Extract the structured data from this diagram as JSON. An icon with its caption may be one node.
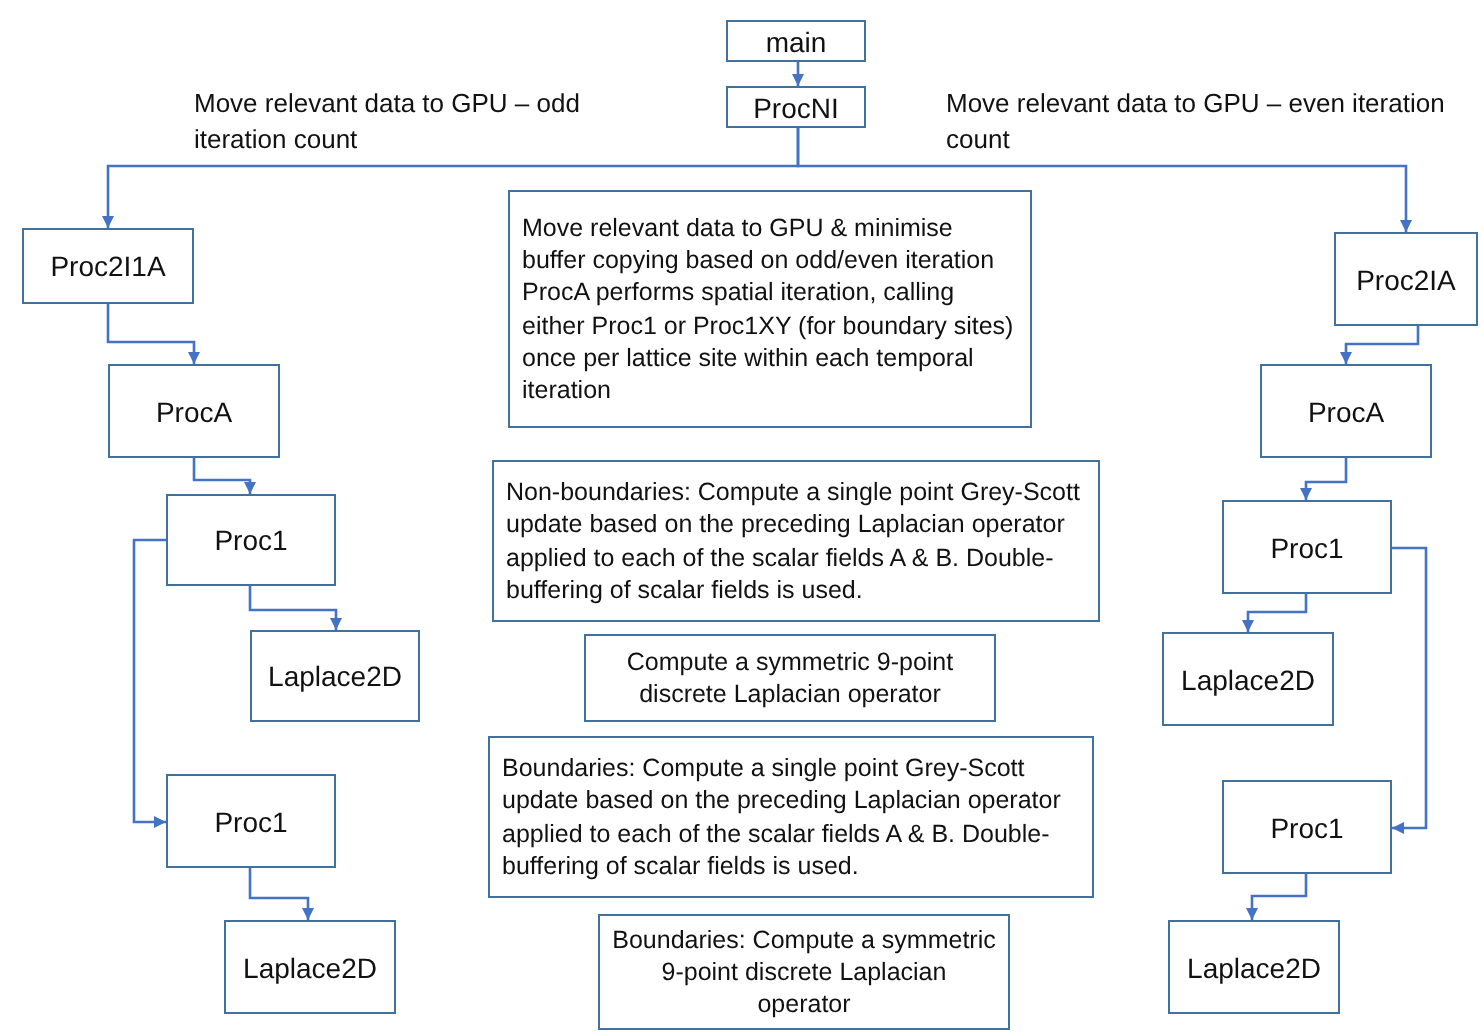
{
  "diagram": {
    "nodes": [
      {
        "text": [
          "main"
        ]
      },
      {
        "text": [
          "ProcNI"
        ]
      },
      {
        "text": [
          "Proc2I1A"
        ]
      },
      {
        "text": [
          "ProcA"
        ]
      },
      {
        "text": [
          "Proc1"
        ]
      },
      {
        "text": [
          "Laplace2D"
        ]
      },
      {
        "text": [
          "Proc1"
        ]
      },
      {
        "text": [
          "Laplace2D"
        ]
      },
      {
        "text": [
          "Proc2IA"
        ]
      },
      {
        "text": [
          "ProcA"
        ]
      },
      {
        "text": [
          "Proc1"
        ]
      },
      {
        "text": [
          "Laplace2D"
        ]
      },
      {
        "text": [
          "Proc1"
        ]
      },
      {
        "text": [
          "Laplace2D"
        ]
      },
      {
        "text": [
          "Move relevant data to GPU & minimise buffer copying based on odd/even iteration ProcA performs spatial iteration, calling either Proc1 or Proc1XY (for boundary sites) once per lattice site within each temporal iteration"
        ]
      },
      {
        "text": [
          "Non-boundaries: Compute a single point Grey-Scott update based on the preceding Laplacian operator applied to each of the scalar fields A & B. Double-buffering of scalar fields is used."
        ]
      },
      {
        "text": [
          "Compute a symmetric 9-point discrete Laplacian operator"
        ]
      },
      {
        "text": [
          "Boundaries: Compute a single point Grey-Scott update based on the preceding Laplacian operator applied to each of the scalar fields A & B. Double-buffering of scalar fields is used."
        ]
      },
      {
        "text": [
          "Boundaries: Compute a symmetric 9-point discrete Laplacian operator"
        ]
      }
    ],
    "edges": [
      {
        "from": 0,
        "to": 1,
        "arrow": "to"
      },
      {
        "from": 1,
        "to": 2,
        "arrow": "to"
      },
      {
        "from": 1,
        "to": 8,
        "arrow": "to"
      },
      {
        "from": 2,
        "to": 3,
        "arrow": "to"
      },
      {
        "from": 3,
        "to": 4,
        "arrow": "to"
      },
      {
        "from": 4,
        "to": 5,
        "arrow": "to"
      },
      {
        "from": 4,
        "to": 6,
        "arrow": "to"
      },
      {
        "from": 6,
        "to": 7,
        "arrow": "to"
      },
      {
        "from": 8,
        "to": 9,
        "arrow": "to"
      },
      {
        "from": 9,
        "to": 10,
        "arrow": "to"
      },
      {
        "from": 10,
        "to": 11,
        "arrow": "to"
      },
      {
        "from": 10,
        "to": 12,
        "arrow": "to"
      },
      {
        "from": 12,
        "to": 13,
        "arrow": "to"
      }
    ],
    "labels": [
      "Move relevant data to GPU – odd iteration count",
      "Move relevant data to GPU – even iteration count"
    ]
  }
}
